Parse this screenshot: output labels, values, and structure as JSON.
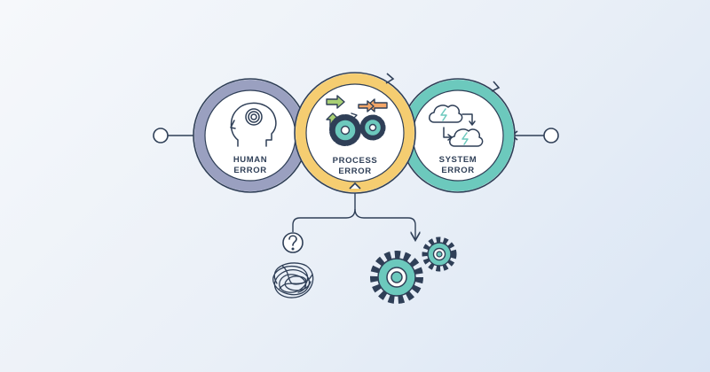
{
  "diagram": {
    "nodes": [
      {
        "id": "human",
        "line1": "HUMAN",
        "line2": "ERROR",
        "ring_color": "#9aa0c0",
        "icon": "head-spiral-icon"
      },
      {
        "id": "process",
        "line1": "PROCESS",
        "line2": "ERROR",
        "ring_color": "#f5cd71",
        "icon": "process-gears-arrows-icon"
      },
      {
        "id": "system",
        "line1": "SYSTEM",
        "line2": "ERROR",
        "ring_color": "#6cc9bd",
        "icon": "cloud-sync-icon"
      }
    ],
    "branches": [
      {
        "id": "confusion",
        "icon": "question-scribble-icon"
      },
      {
        "id": "mechanism",
        "icon": "gears-icon"
      }
    ],
    "colors": {
      "stroke": "#2f3f57",
      "teal": "#6cc9bd",
      "yellow": "#f5cd71",
      "green": "#a8cf74",
      "orange": "#f3a668",
      "lavender": "#9aa0c0"
    }
  }
}
